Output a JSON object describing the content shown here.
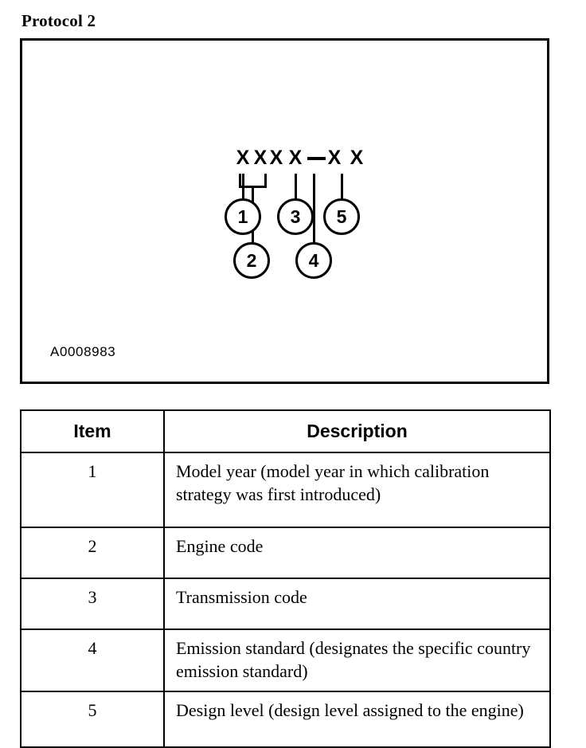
{
  "page": {
    "title": "Protocol 2"
  },
  "figure": {
    "reference_code": "A0008983",
    "code_pattern": {
      "chars": [
        "X",
        "X",
        "X",
        "X",
        "X",
        "X"
      ],
      "separator": "—",
      "display": "X XX X — X X"
    },
    "callouts": [
      {
        "number": "1"
      },
      {
        "number": "2"
      },
      {
        "number": "3"
      },
      {
        "number": "4"
      },
      {
        "number": "5"
      }
    ]
  },
  "table": {
    "headers": {
      "item": "Item",
      "description": "Description"
    },
    "rows": [
      {
        "item": "1",
        "description": "Model year (model year in which calibration strategy was first introduced)"
      },
      {
        "item": "2",
        "description": "Engine code"
      },
      {
        "item": "3",
        "description": "Transmission code"
      },
      {
        "item": "4",
        "description": "Emission standard (designates the specific country emission standard)"
      },
      {
        "item": "5",
        "description": "Design level (design level assigned to the engine)"
      }
    ]
  },
  "colors": {
    "ink": "#000000",
    "paper": "#ffffff"
  }
}
